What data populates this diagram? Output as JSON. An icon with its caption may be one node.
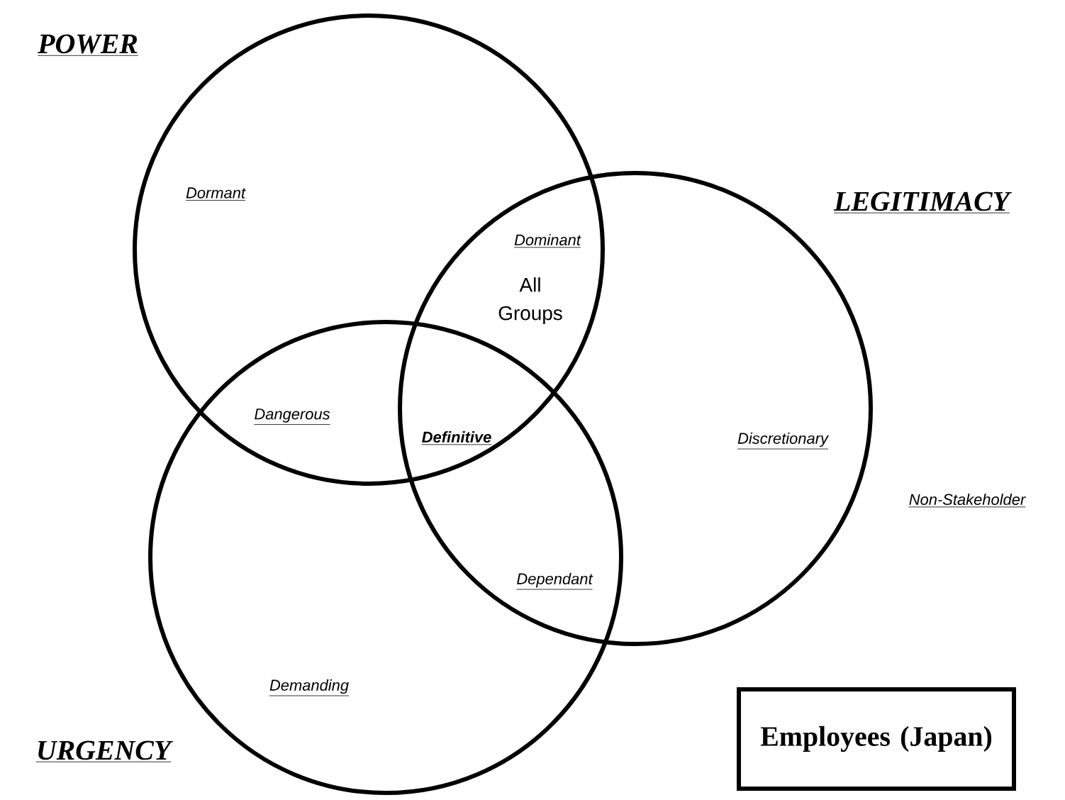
{
  "diagram": {
    "nodes": [
      {
        "text": [
          "POWER"
        ]
      },
      {
        "text": [
          "LEGITIMACY"
        ]
      },
      {
        "text": [
          "URGENCY"
        ]
      },
      {
        "text": [
          "Employees (Japan)"
        ]
      }
    ],
    "labels": [
      "Dormant",
      "Dominant",
      "All Groups",
      "Dangerous",
      "Definitive",
      "Discretionary",
      "Non-Stakeholder",
      "Dependant",
      "Demanding"
    ]
  }
}
